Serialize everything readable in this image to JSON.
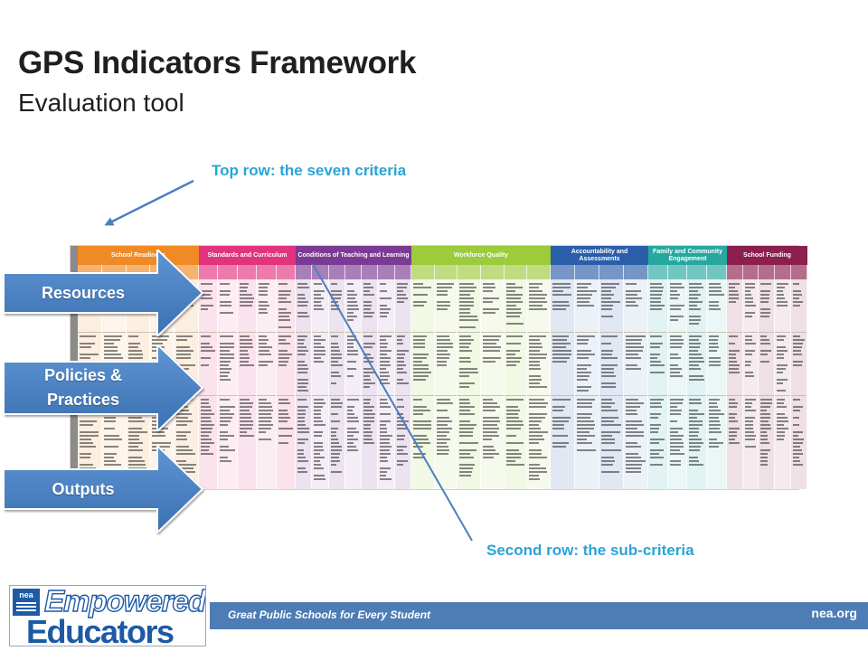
{
  "slide": {
    "title": "GPS Indicators Framework",
    "subtitle": "Evaluation tool"
  },
  "callouts": {
    "top": "Top row: the seven criteria",
    "bottom": "Second row: the sub-criteria"
  },
  "arrows": [
    {
      "label": "Resources"
    },
    {
      "label": "Policies & Practices"
    },
    {
      "label": "Outputs"
    }
  ],
  "framework": {
    "criteria": [
      {
        "name": "School Readiness",
        "color": "#f08a24"
      },
      {
        "name": "Standards and Curriculum",
        "color": "#e2347e"
      },
      {
        "name": "Conditions of Teaching and Learning",
        "color": "#7b3a93"
      },
      {
        "name": "Workforce Quality",
        "color": "#9ccb3b"
      },
      {
        "name": "Accountability and Assessments",
        "color": "#2a5ea8"
      },
      {
        "name": "Family and Community Engagement",
        "color": "#26a79f"
      },
      {
        "name": "School Funding",
        "color": "#8b1f4e"
      }
    ]
  },
  "footer": {
    "tagline": "Great Public Schools for Every Student",
    "site": "nea.org",
    "logo_top": "Empowered",
    "logo_bottom": "Educators",
    "logo_badge": "nea"
  },
  "colors": {
    "accent_text": "#2aa3d8",
    "arrow_fill": "#4a82c3",
    "footer_bar": "#4e7db5"
  }
}
